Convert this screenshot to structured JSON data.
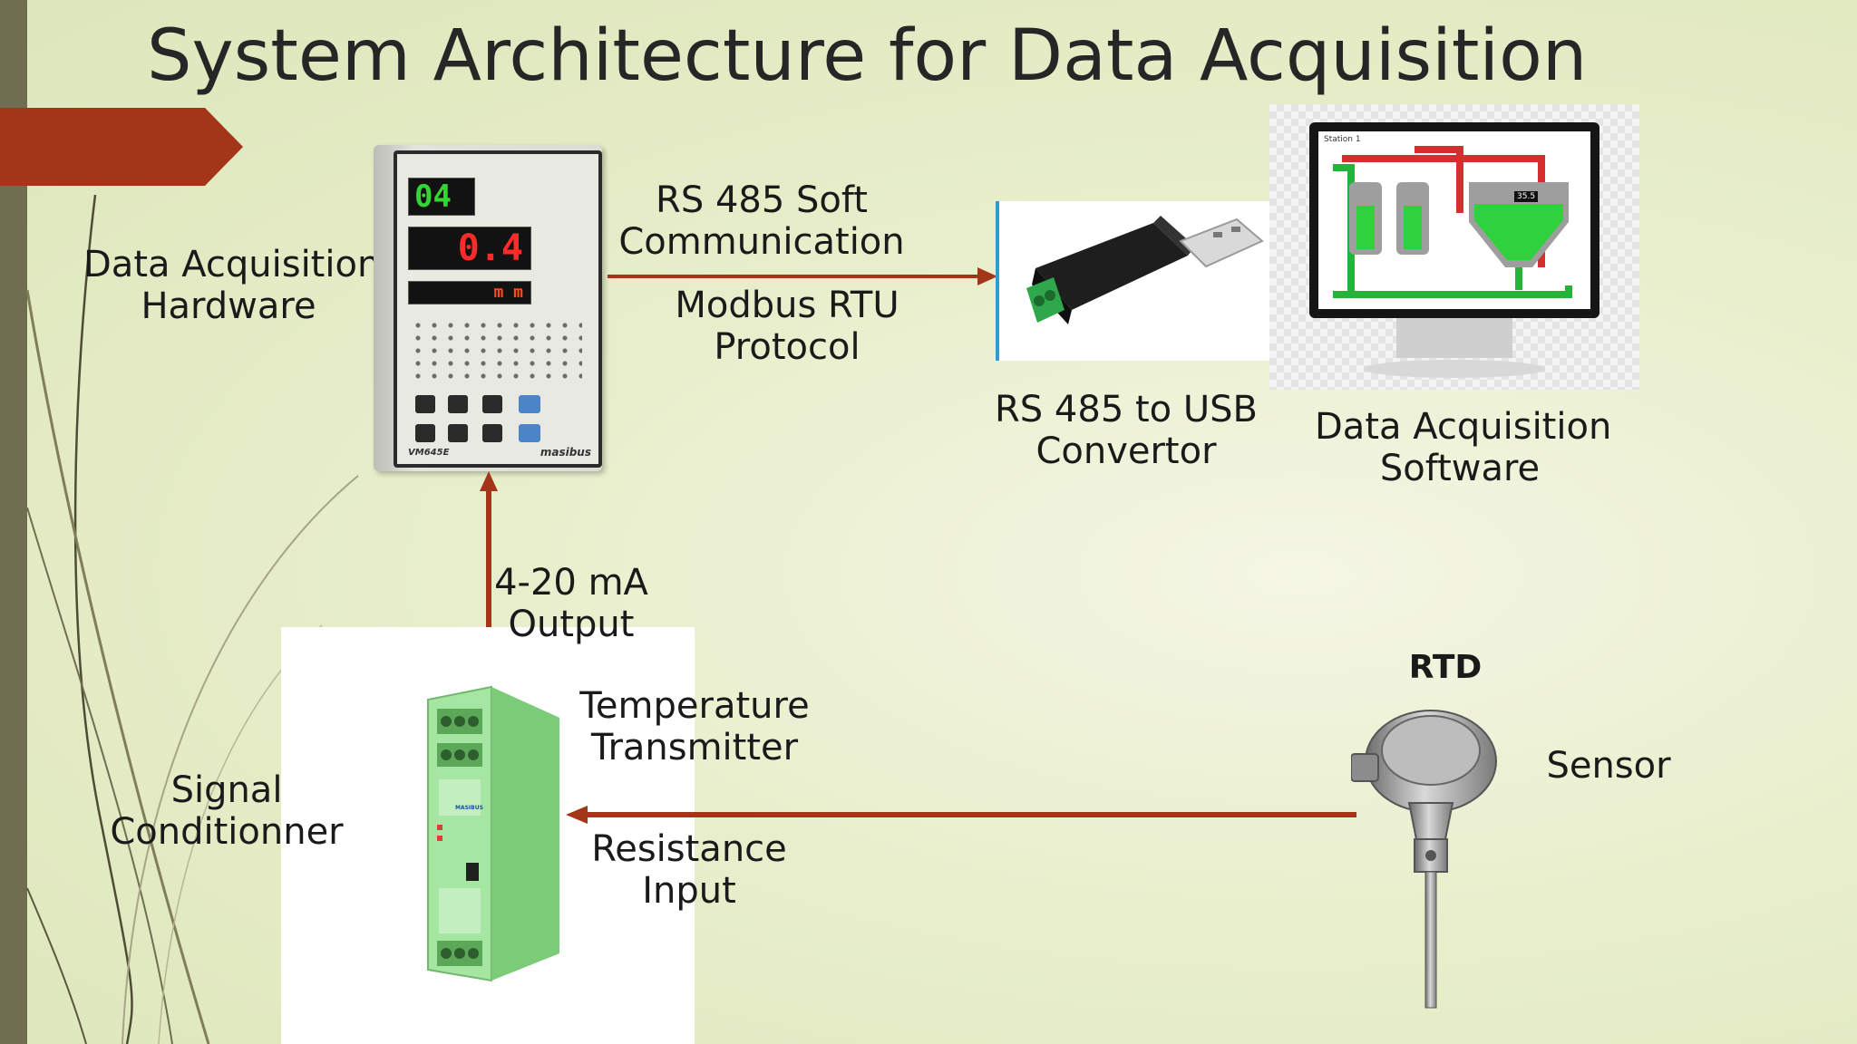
{
  "slide": {
    "title": "System Architecture for Data Acquisition",
    "colors": {
      "accent_bar": "#6f6e50",
      "chevron": "#a33519",
      "arrow": "#a33519",
      "background": "#e8eecb"
    }
  },
  "diagram": {
    "nodes": {
      "hardware": {
        "label_line1": "Data Acquisition",
        "label_line2": "Hardware",
        "display_top": "04",
        "display_mid": "0.4",
        "display_bot": "m m",
        "brand": "masibus",
        "model": "VM645E"
      },
      "converter": {
        "label_line1": "RS 485 to USB",
        "label_line2": "Convertor"
      },
      "software": {
        "label_line1": "Data Acquisition",
        "label_line2": "Software",
        "screen_title": "Station 1",
        "screen_readout": "35.5"
      },
      "transmitter": {
        "label_line1": "Temperature",
        "label_line2": "Transmitter",
        "brand": "MASIBUS"
      },
      "signal_conditioner": {
        "label_line1": "Signal",
        "label_line2": "Conditionner"
      },
      "rtd": {
        "title": "RTD",
        "label": "Sensor"
      }
    },
    "edges": {
      "hardware_to_converter": {
        "label_top_line1": "RS 485 Soft",
        "label_top_line2": "Communication",
        "label_bottom_line1": "Modbus RTU",
        "label_bottom_line2": "Protocol"
      },
      "transmitter_to_hardware": {
        "label_line1": "4-20 mA",
        "label_line2": "Output"
      },
      "rtd_to_transmitter": {
        "label_line1": "Resistance",
        "label_line2": "Input"
      }
    }
  }
}
